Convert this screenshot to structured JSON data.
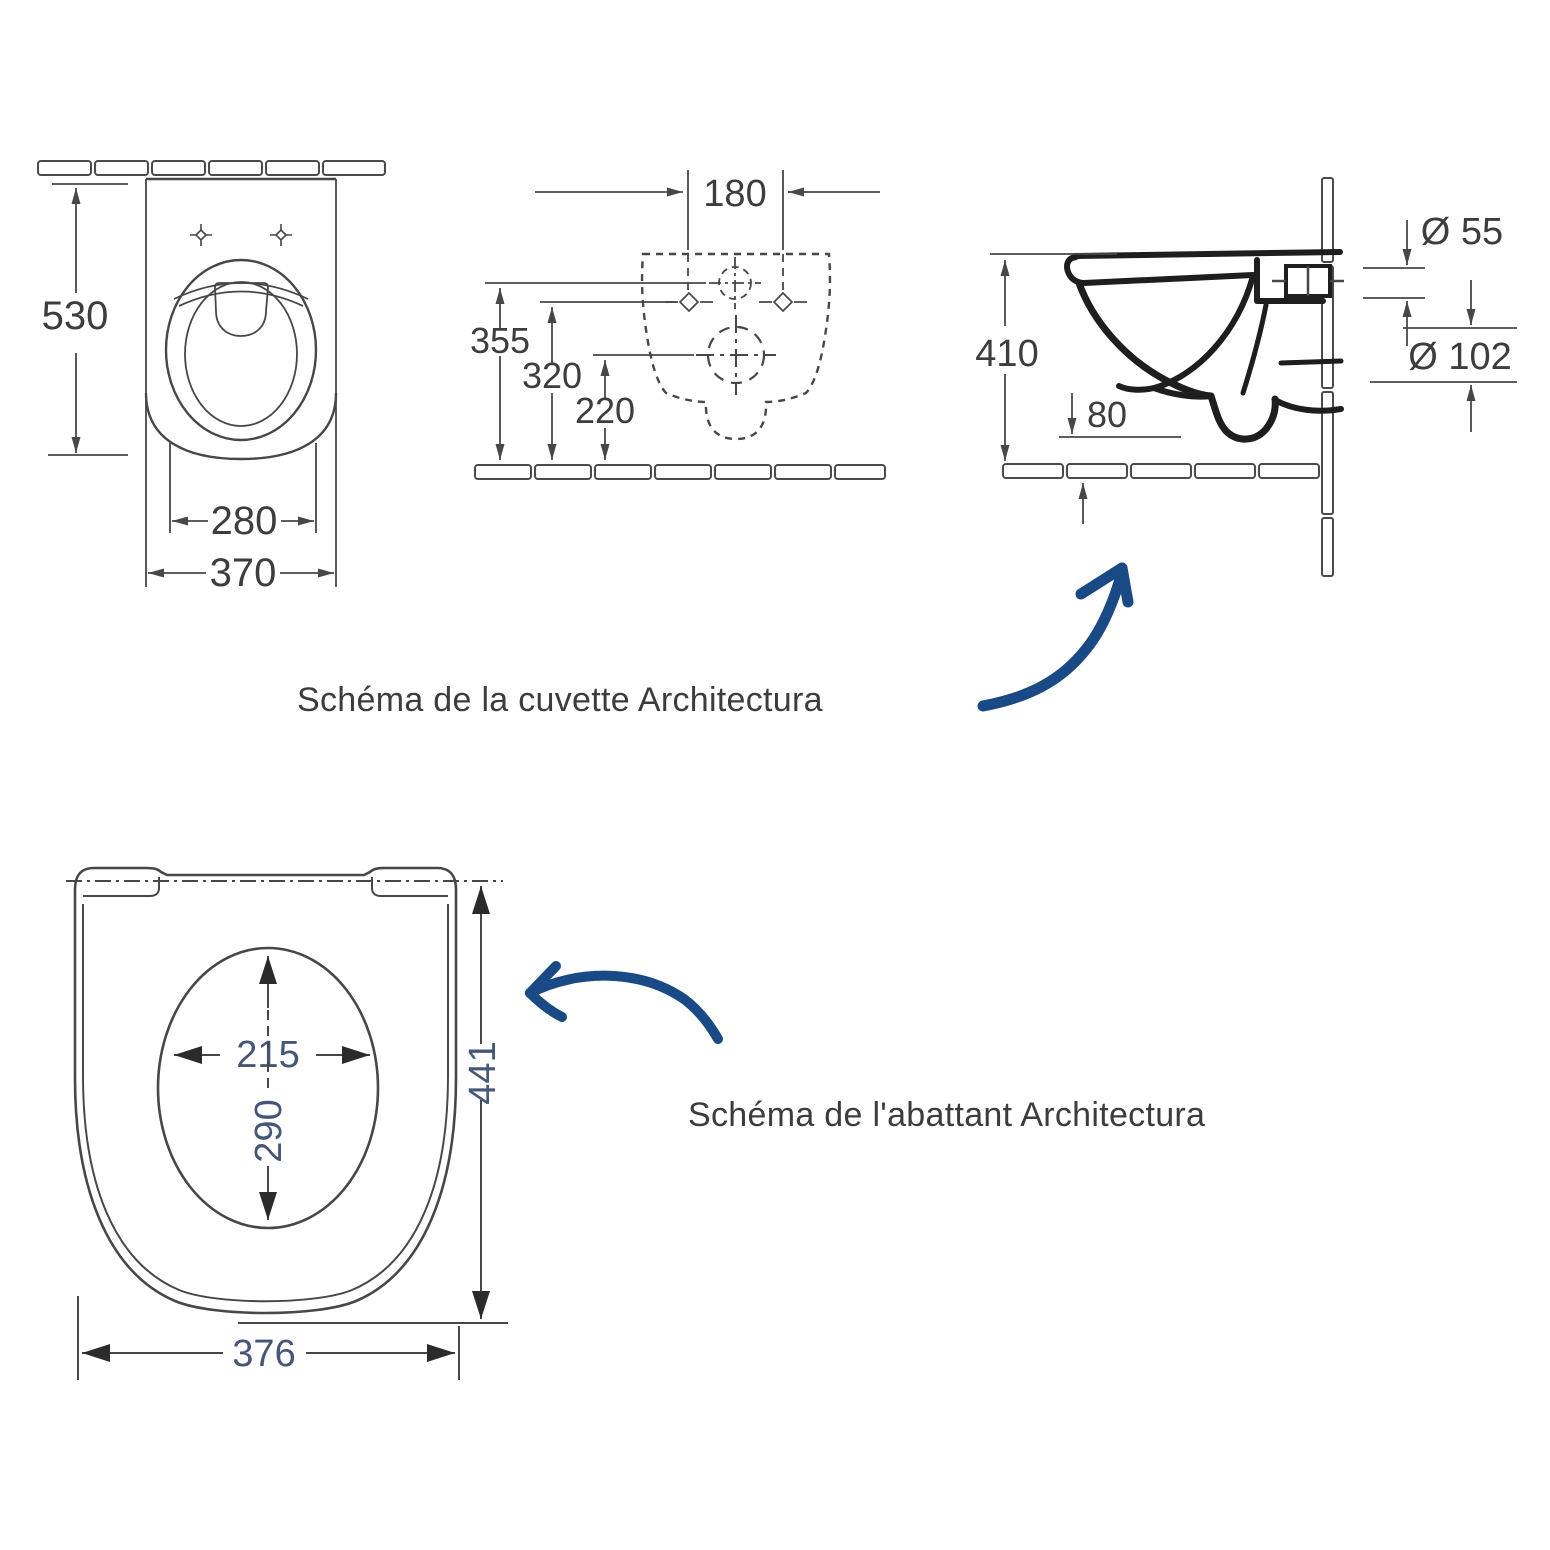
{
  "colors": {
    "accent_blue": "#194a85",
    "line": "#474747",
    "seat_number_blue": "#46567a"
  },
  "captions": {
    "cuvette": "Schéma de la cuvette Architectura",
    "abattant": "Schéma de l'abattant Architectura"
  },
  "bowl_top_view": {
    "title": "cuvette top view",
    "height_mm": "530",
    "seat_width_mm": "280",
    "bowl_width_mm": "370"
  },
  "wall_fixing_view": {
    "title": "wall fixing template",
    "fixing_spacing_mm": "180",
    "inlet_height_mm": "355",
    "fixing_height_mm": "320",
    "outlet_height_mm": "220"
  },
  "side_view": {
    "title": "cuvette side view",
    "depth_mm": "410",
    "floor_clearance_mm": "80",
    "inlet_diameter": "Ø 55",
    "outlet_diameter": "Ø 102"
  },
  "seat_view": {
    "title": "abattant top view",
    "opening_width_mm": "215",
    "opening_depth_mm": "290",
    "seat_depth_mm": "441",
    "seat_width_mm": "376"
  }
}
